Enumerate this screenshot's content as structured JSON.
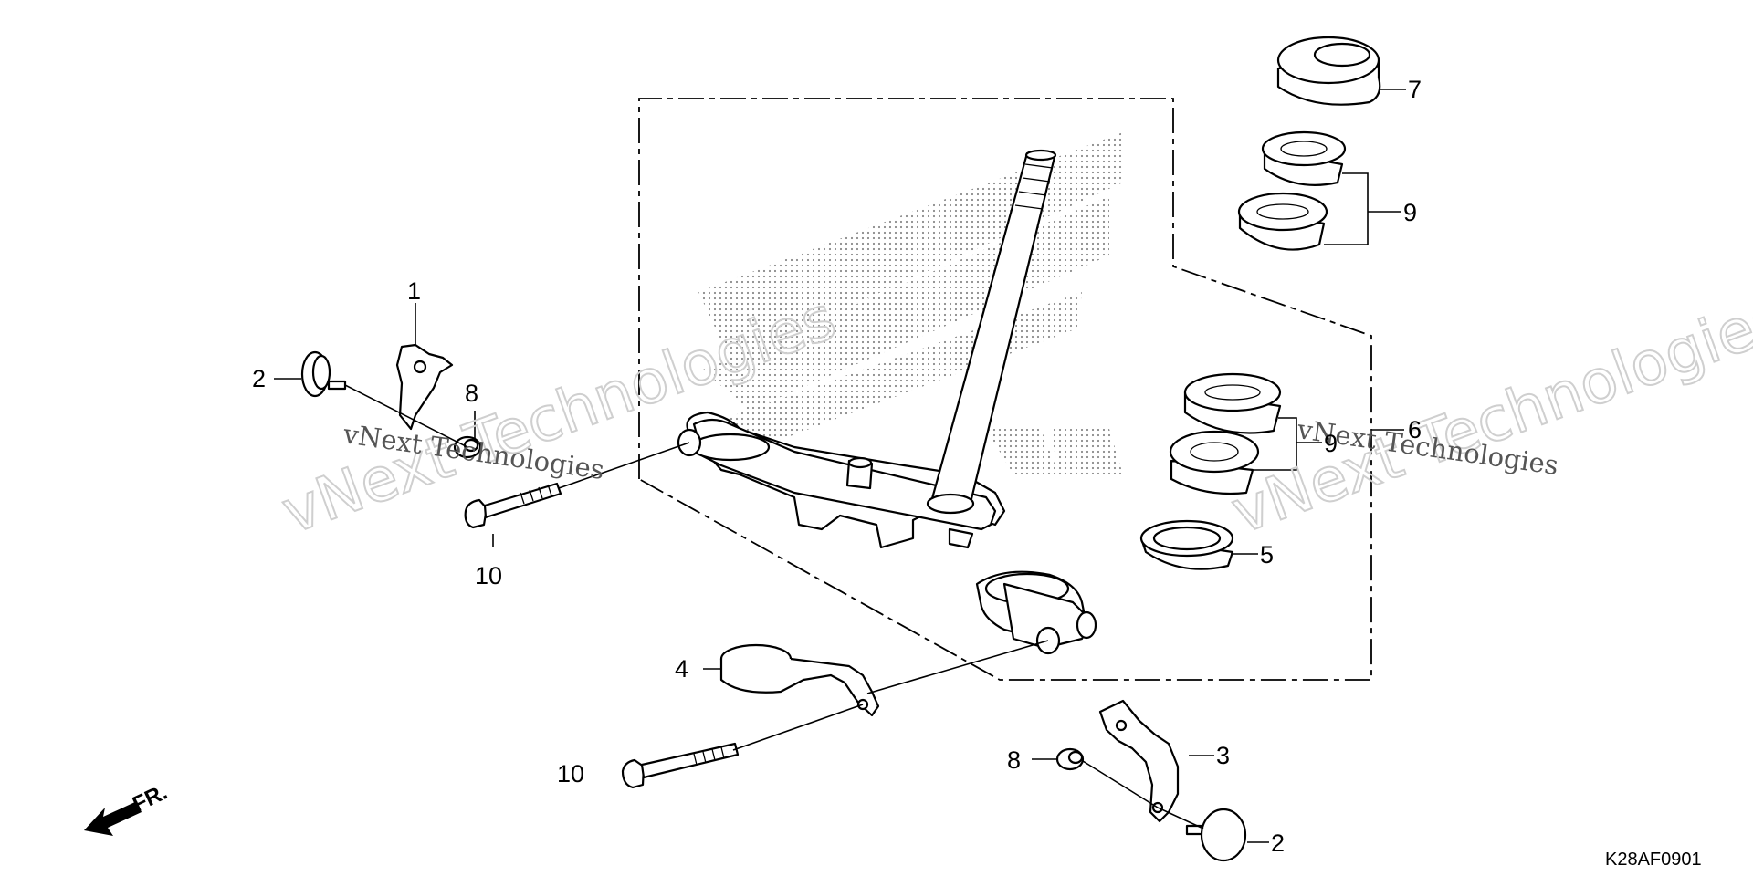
{
  "diagram": {
    "callouts": {
      "p1": "1",
      "p2a": "2",
      "p2b": "2",
      "p3": "3",
      "p4": "4",
      "p5": "5",
      "p6": "6",
      "p7": "7",
      "p8a": "8",
      "p8b": "8",
      "p9a": "9",
      "p9b": "9",
      "p10a": "10",
      "p10b": "10"
    },
    "diagram_code": "K28AF0901",
    "front_label": "FR.",
    "watermark_main": "vNext Technologies",
    "watermark_sub": "vNext Technologies"
  }
}
